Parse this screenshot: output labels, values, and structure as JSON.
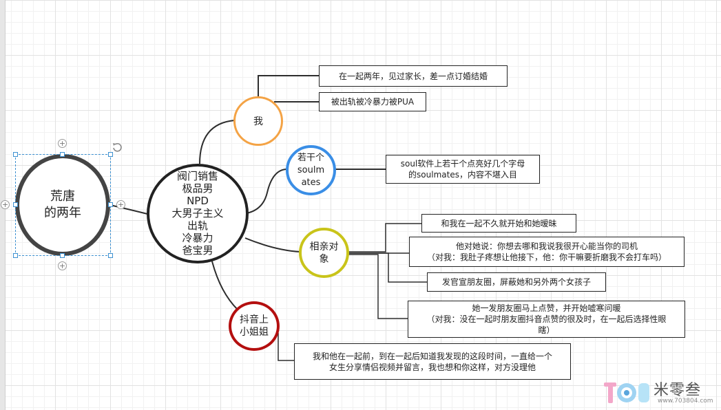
{
  "canvas": {
    "grid": true
  },
  "colors": {
    "root": "#444444",
    "center": "#222222",
    "me": "#f4a345",
    "soul": "#3a8ee6",
    "blind": "#c9c41a",
    "douyin": "#b40f0f",
    "selection": "#3a8fd0"
  },
  "root": {
    "label": "荒唐\n的两年"
  },
  "center": {
    "lines": [
      "阀门销售",
      "极品男",
      "NPD",
      "大男子主义",
      "出轨",
      "冷暴力",
      "爸宝男"
    ]
  },
  "nodes": {
    "me": {
      "label": "我"
    },
    "soul": {
      "label": "若干个\nsoulm\nates"
    },
    "blind": {
      "label": "相亲对\n象"
    },
    "douyin": {
      "label": "抖音上\n小姐姐"
    }
  },
  "boxes": {
    "me_1": "在一起两年，见过家长，差一点订婚结婚",
    "me_2": "被出轨被冷暴力被PUA",
    "soul_1": [
      "soul软件上若干个点亮好几个字母",
      "的soulmates，内容不堪入目"
    ],
    "blind_1": "和我在一起不久就开始和她暧昧",
    "blind_2": [
      "他对她说：你想去哪和我说我很开心能当你的司机",
      "（对我：我肚子疼想让他接下，他：你干嘛要折磨我不会打车吗）"
    ],
    "blind_3": "发官宣朋友圈，屏蔽她和另外两个女孩子",
    "blind_4": [
      "她一发朋友圈马上点赞，并开始嘘寒问暖",
      "（对我：没在一起时朋友圈抖音点赞的很及时，在一起后选择性眼",
      "瞎）"
    ],
    "douyin_1": [
      "我和他在一起前，到在一起后知道我发现的这段时间，一直给一个",
      "女生分享情侣视频并留言，我也想和你这样，对方没理他"
    ]
  },
  "watermark": {
    "brand": "米零叁",
    "url": "www.703804.com"
  }
}
